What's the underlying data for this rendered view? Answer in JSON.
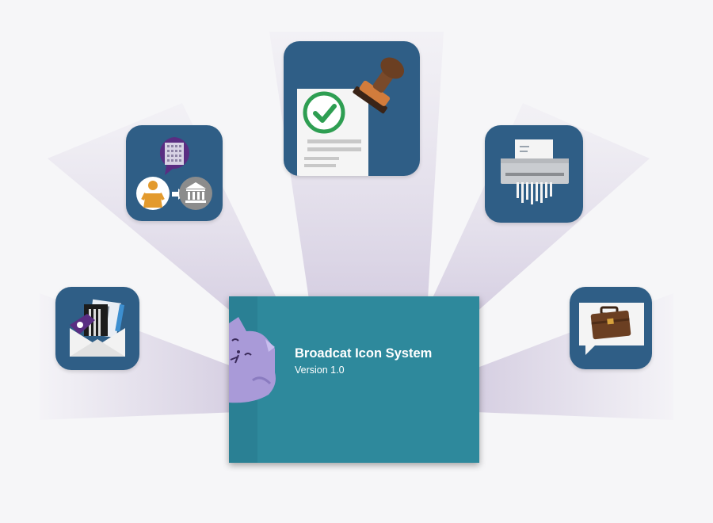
{
  "cover": {
    "title": "Broadcat Icon System",
    "version": "Version 1.0"
  },
  "icons": [
    {
      "name": "mail-envelope-icon",
      "position": "left"
    },
    {
      "name": "citizen-to-government-icon",
      "position": "upper-left"
    },
    {
      "name": "approval-stamp-document-icon",
      "position": "top-center"
    },
    {
      "name": "paper-shredder-icon",
      "position": "upper-right"
    },
    {
      "name": "briefcase-message-icon",
      "position": "right"
    }
  ],
  "colors": {
    "background": "#f6f6f8",
    "tile": "#2f5e86",
    "cover": "#2e899c",
    "cat": "#a99ad8",
    "check": "#2e9e52",
    "stamp": "#7a4a2a",
    "ray": "#d8d2e3"
  }
}
